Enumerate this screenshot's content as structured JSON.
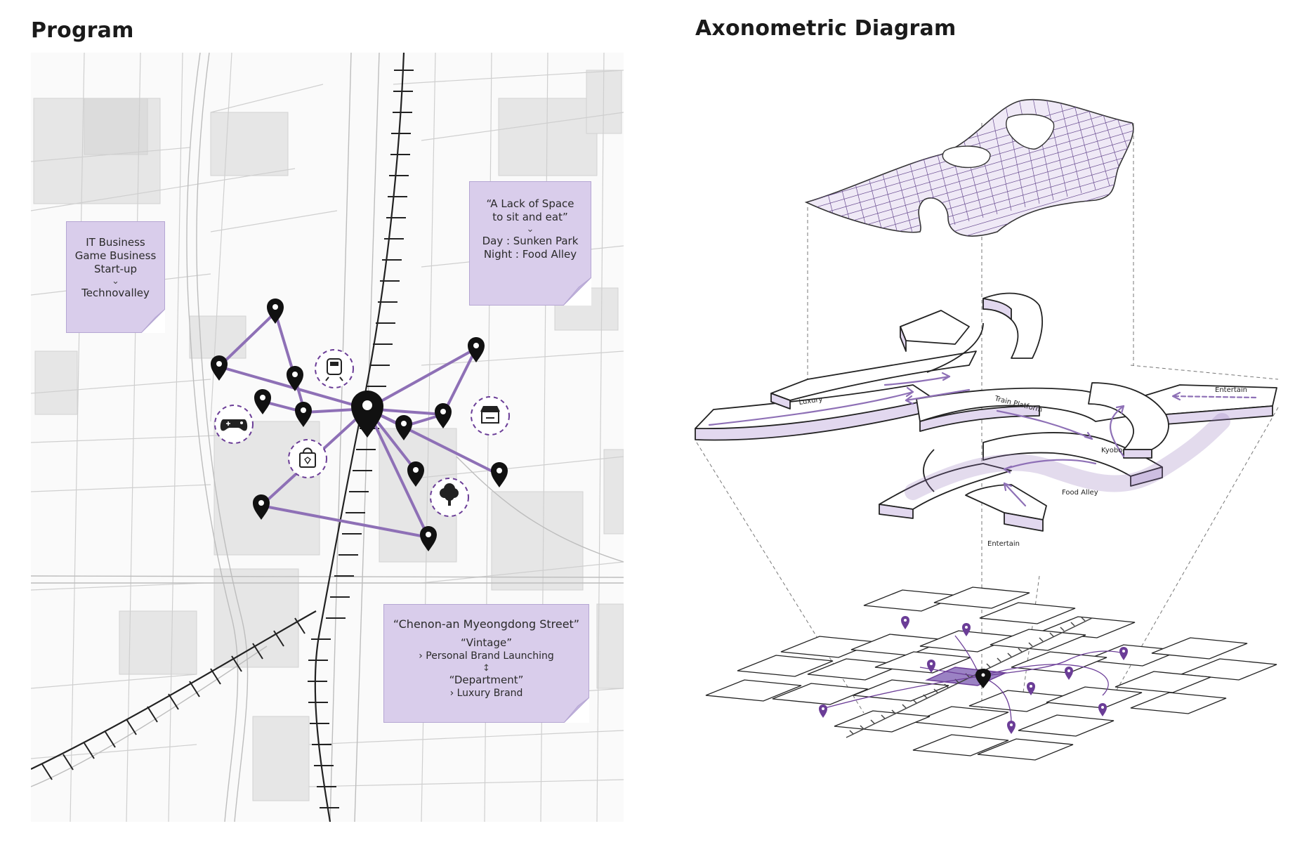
{
  "headings": {
    "program": "Program",
    "axonometric": "Axonometric Diagram"
  },
  "notes": {
    "business": {
      "lines": [
        "IT Business",
        "Game Business",
        "Start-up"
      ],
      "arrow": "⌄",
      "result": "Technovalley"
    },
    "space": {
      "quote": [
        "“A Lack of Space",
        "to sit and eat”"
      ],
      "arrow": "⌄",
      "day": "Day : Sunken Park",
      "night": "Night : Food Alley"
    },
    "street": {
      "title": "“Chenon-an Myeongdong Street”",
      "vintage": "“Vintage”",
      "vintage_item": "›  Personal Brand Launching",
      "swap": "↕",
      "department": "“Department”",
      "department_item": "›  Luxury Brand"
    }
  },
  "icons": [
    "train-icon",
    "game-controller-icon",
    "shopping-bag-icon",
    "food-stall-icon",
    "tree-icon",
    "location-pin-icon"
  ],
  "diagram_labels": {
    "luxury": "Luxury",
    "train_platform": "Train Platform",
    "kyobo": "Kyobo",
    "food_alley": "Food Alley",
    "entertain_right": "Entertain",
    "entertain_bottom": "Entertain"
  },
  "colors": {
    "accent_purple": "#8e70b6",
    "note_fill": "#d9cdeb",
    "diagram_fill": "#e2d8ef",
    "rail": "#222222"
  }
}
